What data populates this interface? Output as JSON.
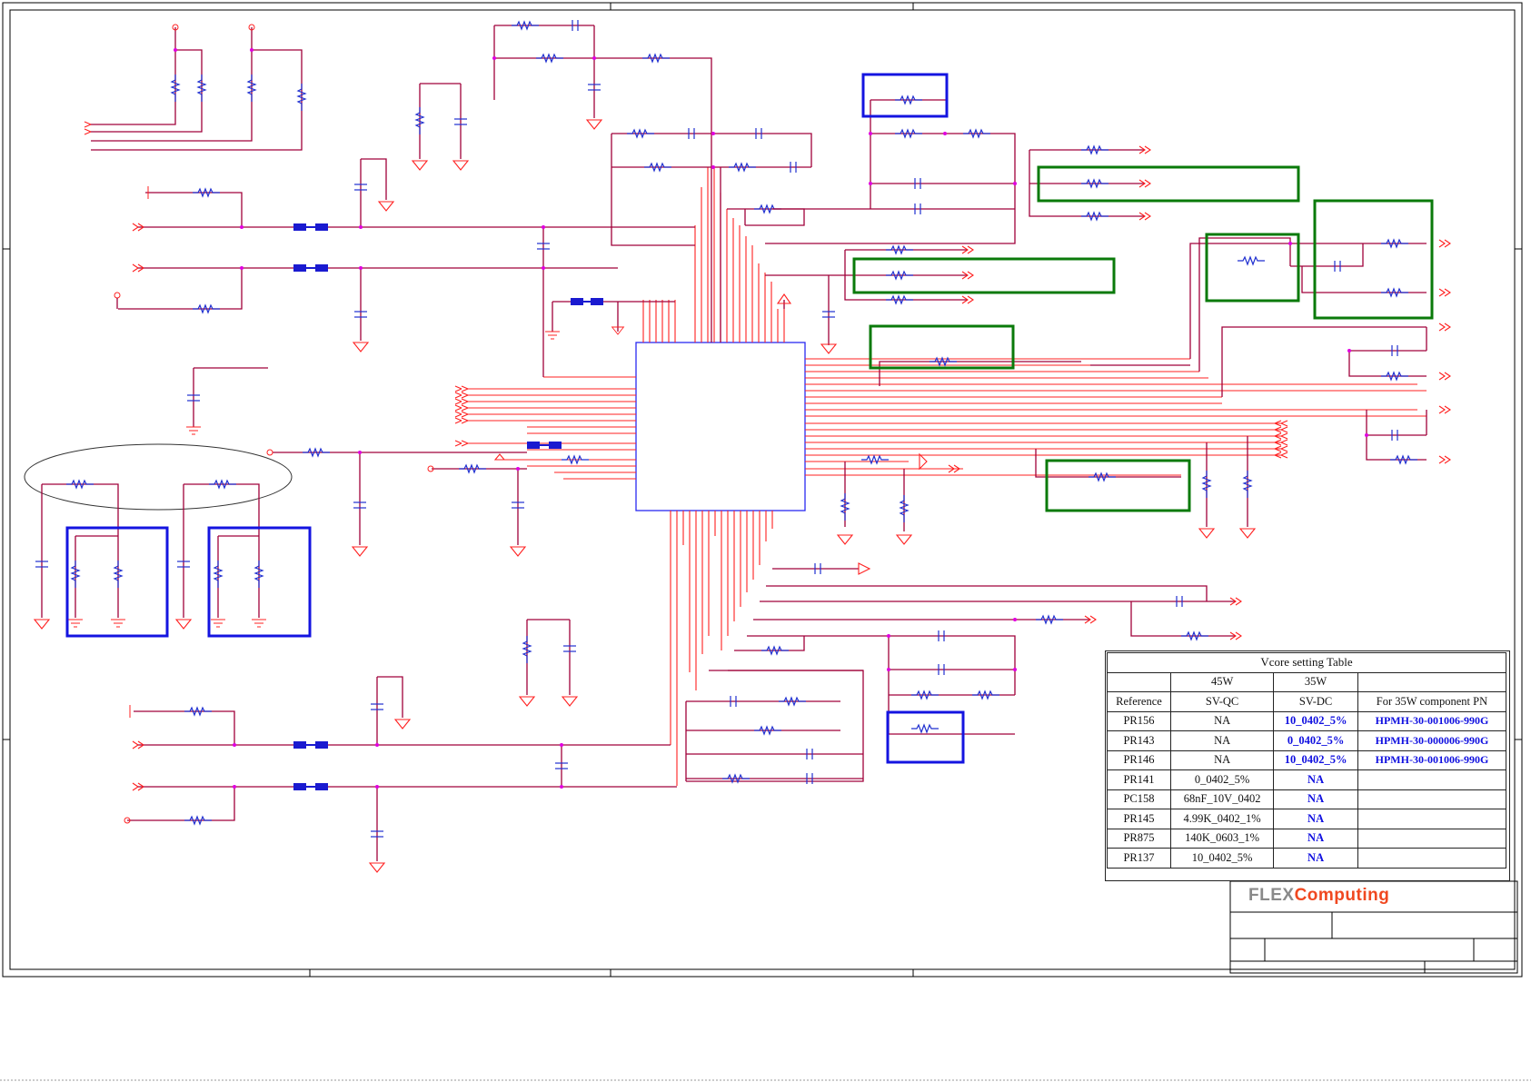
{
  "logo": {
    "brand": "FLEX",
    "suffix": "Computing"
  },
  "vcore_table": {
    "caption": "Vcore setting Table",
    "header_power": [
      "",
      "45W",
      "35W",
      ""
    ],
    "header_cols": [
      "Reference",
      "SV-QC",
      "SV-DC",
      "For 35W component PN"
    ],
    "rows": [
      {
        "ref": "PR156",
        "sv_qc": "NA",
        "sv_dc": "10_0402_5%",
        "pn": "HPMH-30-001006-990G"
      },
      {
        "ref": "PR143",
        "sv_qc": "NA",
        "sv_dc": "0_0402_5%",
        "pn": "HPMH-30-000006-990G"
      },
      {
        "ref": "PR146",
        "sv_qc": "NA",
        "sv_dc": "10_0402_5%",
        "pn": "HPMH-30-001006-990G"
      },
      {
        "ref": "PR141",
        "sv_qc": "0_0402_5%",
        "sv_dc": "NA",
        "pn": ""
      },
      {
        "ref": "PC158",
        "sv_qc": "68nF_10V_0402",
        "sv_dc": "NA",
        "pn": ""
      },
      {
        "ref": "PR145",
        "sv_qc": "4.99K_0402_1%",
        "sv_dc": "NA",
        "pn": ""
      },
      {
        "ref": "PR875",
        "sv_qc": "140K_0603_1%",
        "sv_dc": "NA",
        "pn": ""
      },
      {
        "ref": "PR137",
        "sv_qc": "10_0402_5%",
        "sv_dc": "NA",
        "pn": ""
      }
    ]
  },
  "colors": {
    "wire": "#a0003a",
    "bus": "#ff2020",
    "resistor": "#1f2fd0",
    "highlight_blue": "#1414e0",
    "highlight_green": "#0a7a0a",
    "junction": "#e000e0"
  }
}
